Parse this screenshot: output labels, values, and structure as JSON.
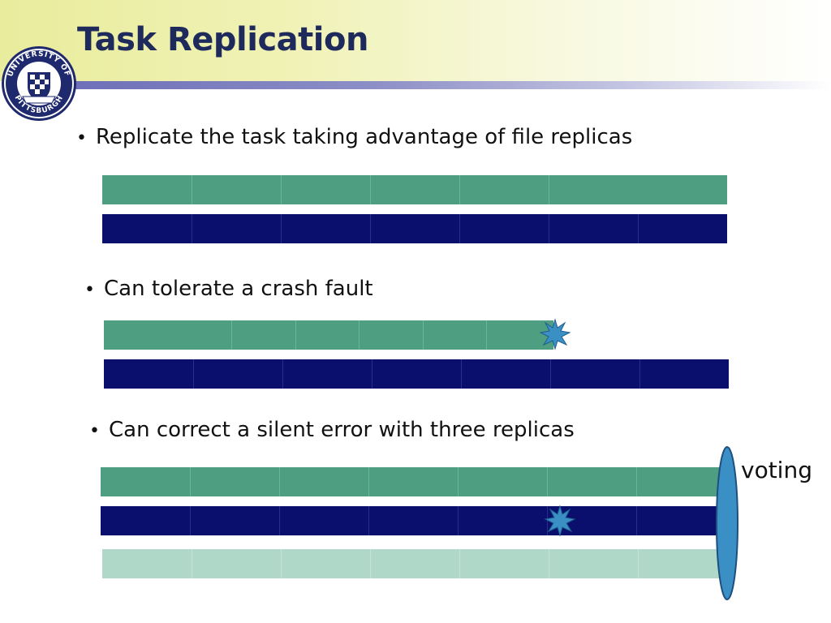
{
  "slide": {
    "title": "Task Replication"
  },
  "logo": {
    "ring_text_top": "UNIVERSITY OF",
    "ring_text_bottom": "PITTSBURGH"
  },
  "bullets": [
    {
      "marker": "•",
      "text": "Replicate the task taking advantage of  file replicas"
    },
    {
      "marker": "•",
      "text": "Can tolerate a crash fault"
    },
    {
      "marker": "•",
      "text": "Can correct a silent error with three replicas"
    }
  ],
  "diagram": {
    "voting_label": "voting",
    "colors": {
      "replica_green": "#4e9e82",
      "replica_navy": "#0a0f6e",
      "replica_pale": "#b0d8c9",
      "fault_burst": "#3a8fc4",
      "voter_ellipse": "#3a8fc4"
    },
    "icons": [
      "crash-fault-burst-icon",
      "silent-error-burst-icon",
      "voting-ellipse"
    ]
  }
}
